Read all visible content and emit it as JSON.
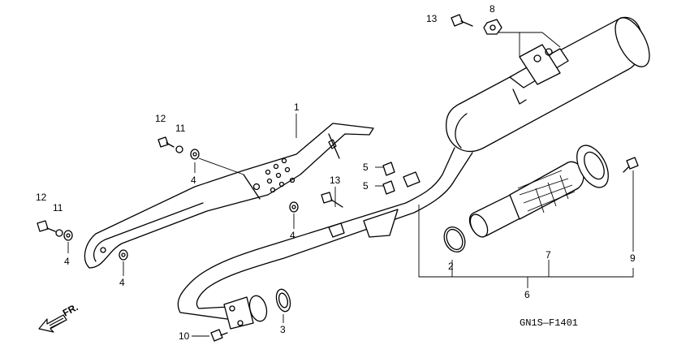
{
  "callouts": {
    "c1": "1",
    "c2": "2",
    "c3": "3",
    "c4a": "4",
    "c4b": "4",
    "c4c": "4",
    "c4d": "4",
    "c5a": "5",
    "c5b": "5",
    "c6": "6",
    "c7": "7",
    "c8": "8",
    "c9": "9",
    "c10": "10",
    "c11a": "11",
    "c11b": "11",
    "c12a": "12",
    "c12b": "12",
    "c13a": "13",
    "c13b": "13"
  },
  "front_label": "FR.",
  "diagram_code": "GN1S—F1401",
  "icons": {
    "front_arrow": "front-direction-arrow-icon"
  }
}
